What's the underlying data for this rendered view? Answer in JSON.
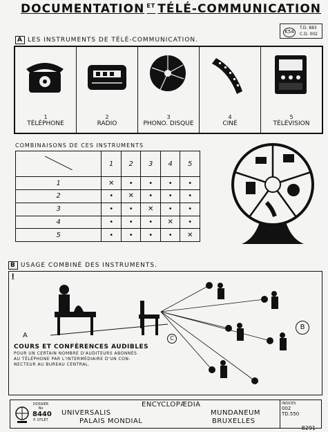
{
  "header": {
    "title_left": "DOCUMENTATION",
    "title_et": "ET",
    "title_right": "TÉLÉ-COMMUNICATION",
    "stamp": "K54",
    "code1": "T.D. 883",
    "code2": "C.D. 002"
  },
  "section_a": {
    "letter": "A",
    "title": "LES INSTRUMENTS DE TÉLÉ-COMMUNICATION.",
    "items": [
      {
        "num": "1",
        "label": "TÉLÉPHONE",
        "icon": "telephone-icon"
      },
      {
        "num": "2",
        "label": "RADIO",
        "icon": "radio-icon"
      },
      {
        "num": "3",
        "label": "PHONO. DISQUE",
        "icon": "record-disc-icon"
      },
      {
        "num": "4",
        "label": "CINÉ",
        "icon": "film-strip-icon"
      },
      {
        "num": "5",
        "label": "TÉLÉVISION",
        "icon": "television-icon"
      }
    ]
  },
  "combinations": {
    "title": "COMBINAISONS DE CES INSTRUMENTS",
    "columns": [
      "1",
      "2",
      "3",
      "4",
      "5"
    ],
    "rows": [
      "1",
      "2",
      "3",
      "4",
      "5"
    ]
  },
  "section_b": {
    "letter": "B",
    "title": "USAGE COMBINÉ DES INSTRUMENTS.",
    "panel": "I",
    "label_a": "A",
    "label_b": "B",
    "label_c": "C",
    "caption_title": "COURS ET CONFÉRENCES AUDIBLES",
    "caption_l1": "POUR UN CERTAIN NOMBRE D'AUDITEURS ABONNÉS",
    "caption_l2": "AU TÉLÉPHONE PAR L'INTERMÉDIAIRE D'UN CON-",
    "caption_l3": "NECTEUR AU BUREAU CENTRAL."
  },
  "footer": {
    "dossier_label": "DOSSIER",
    "dossier_no_label": "No",
    "dossier_no": "8440",
    "dossier_author": "P. OTLET",
    "title": "ENCYCLOPÆDIA",
    "l1": "UNIVERSALIS",
    "l2": "MUNDANEUM",
    "l3": "PALAIS MONDIAL",
    "l4": "BRUXELLES",
    "index_label": "INDICES",
    "index_1": "002",
    "index_2": "TD.550",
    "page_mark": "8291"
  }
}
